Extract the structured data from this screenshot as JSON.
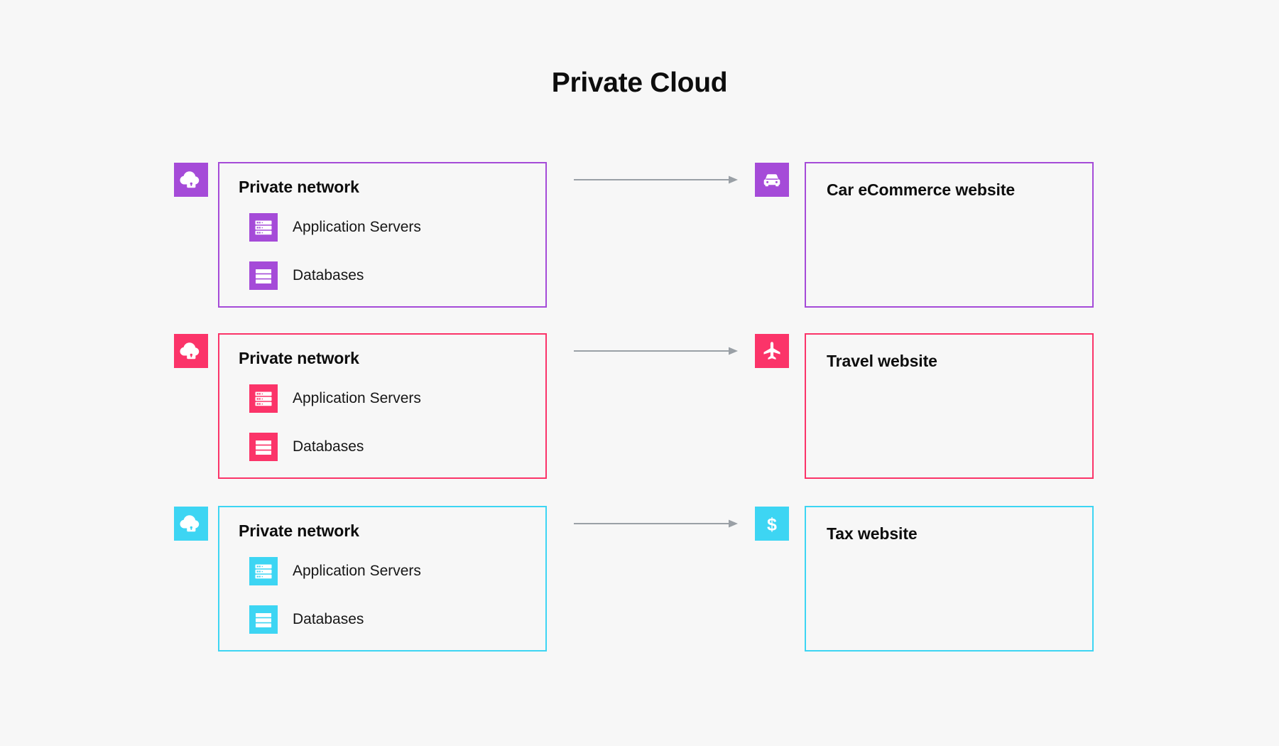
{
  "title": "Private Cloud",
  "canvas": {
    "background": "#f7f7f7"
  },
  "arrow": {
    "color": "#9aa0a6",
    "icon": "arrow-right-icon"
  },
  "rows": [
    {
      "id": "purple",
      "color": "#a54bd8",
      "network": {
        "title": "Private network",
        "badge_icon": "cloud-lock-icon",
        "services": [
          {
            "label": "Application Servers",
            "icon": "server-icon"
          },
          {
            "label": "Databases",
            "icon": "database-icon"
          }
        ]
      },
      "site": {
        "title": "Car eCommerce website",
        "badge_icon": "car-icon"
      }
    },
    {
      "id": "pink",
      "color": "#fb3469",
      "network": {
        "title": "Private network",
        "badge_icon": "cloud-lock-icon",
        "services": [
          {
            "label": "Application Servers",
            "icon": "server-icon"
          },
          {
            "label": "Databases",
            "icon": "database-icon"
          }
        ]
      },
      "site": {
        "title": "Travel website",
        "badge_icon": "airplane-icon"
      }
    },
    {
      "id": "cyan",
      "color": "#3dd5f3",
      "network": {
        "title": "Private network",
        "badge_icon": "cloud-lock-icon",
        "services": [
          {
            "label": "Application Servers",
            "icon": "server-icon"
          },
          {
            "label": "Databases",
            "icon": "database-icon"
          }
        ]
      },
      "site": {
        "title": "Tax website",
        "badge_icon": "dollar-icon"
      }
    }
  ]
}
